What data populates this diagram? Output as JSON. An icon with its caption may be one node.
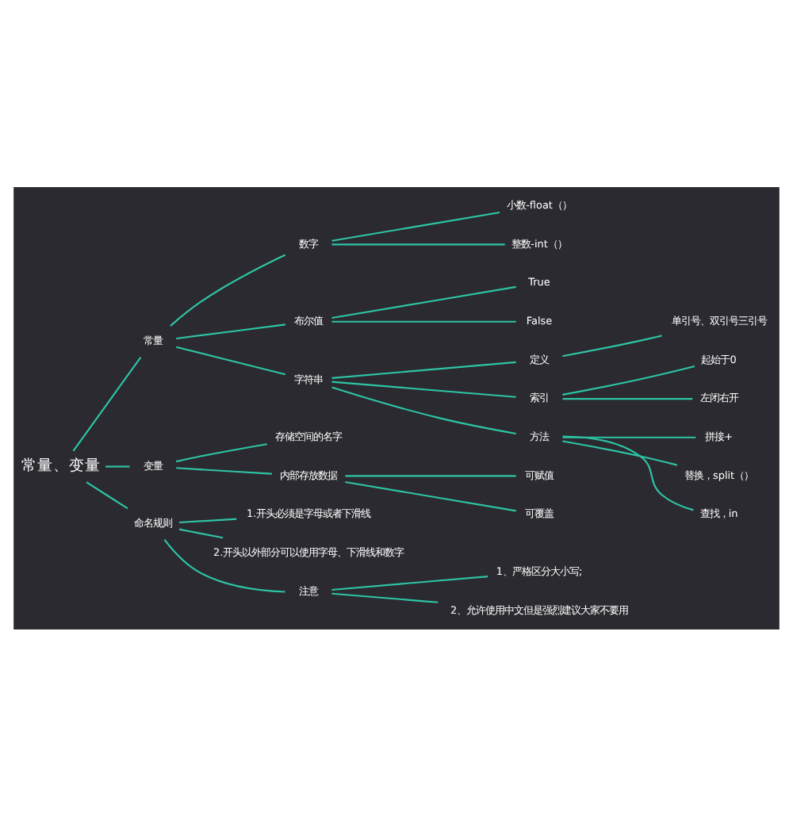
{
  "diagram": {
    "nodes": [
      {
        "text": [
          "常量、变量"
        ]
      },
      {
        "text": [
          "常量"
        ]
      },
      {
        "text": [
          "数字"
        ]
      },
      {
        "text": [
          "小数-float（）"
        ]
      },
      {
        "text": [
          "整数-int（）"
        ]
      },
      {
        "text": [
          "布尔值"
        ]
      },
      {
        "text": [
          "True"
        ]
      },
      {
        "text": [
          "False"
        ]
      },
      {
        "text": [
          "字符串"
        ]
      },
      {
        "text": [
          "定义"
        ]
      },
      {
        "text": [
          "单引号、双引号三引号"
        ]
      },
      {
        "text": [
          "索引"
        ]
      },
      {
        "text": [
          "起始于0"
        ]
      },
      {
        "text": [
          "左闭右开"
        ]
      },
      {
        "text": [
          "方法"
        ]
      },
      {
        "text": [
          "拼接+"
        ]
      },
      {
        "text": [
          "替换，split（）"
        ]
      },
      {
        "text": [
          "查找，in"
        ]
      },
      {
        "text": [
          "变量"
        ]
      },
      {
        "text": [
          "存储空间的名字"
        ]
      },
      {
        "text": [
          "内部存放数据"
        ]
      },
      {
        "text": [
          "可赋值"
        ]
      },
      {
        "text": [
          "可覆盖"
        ]
      },
      {
        "text": [
          "命名规则"
        ]
      },
      {
        "text": [
          "1.开头必须是字母或者下滑线"
        ]
      },
      {
        "text": [
          "2.开头以外部分可以使用字母、下滑线和数字"
        ]
      },
      {
        "text": [
          "注意"
        ]
      },
      {
        "text": [
          "1、严格区分大小写;"
        ]
      },
      {
        "text": [
          "2、允许使用中文但是强烈建议大家不要用"
        ]
      }
    ],
    "edges": [
      {
        "from": 0,
        "to": 1,
        "arrow": "none"
      },
      {
        "from": 1,
        "to": 2,
        "arrow": "none"
      },
      {
        "from": 2,
        "to": 3,
        "arrow": "none"
      },
      {
        "from": 2,
        "to": 4,
        "arrow": "none"
      },
      {
        "from": 1,
        "to": 5,
        "arrow": "none"
      },
      {
        "from": 5,
        "to": 6,
        "arrow": "none"
      },
      {
        "from": 5,
        "to": 7,
        "arrow": "none"
      },
      {
        "from": 1,
        "to": 8,
        "arrow": "none"
      },
      {
        "from": 8,
        "to": 9,
        "arrow": "none"
      },
      {
        "from": 9,
        "to": 10,
        "arrow": "none"
      },
      {
        "from": 8,
        "to": 11,
        "arrow": "none"
      },
      {
        "from": 11,
        "to": 12,
        "arrow": "none"
      },
      {
        "from": 11,
        "to": 13,
        "arrow": "none"
      },
      {
        "from": 8,
        "to": 14,
        "arrow": "none"
      },
      {
        "from": 14,
        "to": 15,
        "arrow": "none"
      },
      {
        "from": 14,
        "to": 16,
        "arrow": "none"
      },
      {
        "from": 14,
        "to": 17,
        "arrow": "none"
      },
      {
        "from": 0,
        "to": 18,
        "arrow": "none"
      },
      {
        "from": 18,
        "to": 19,
        "arrow": "none"
      },
      {
        "from": 18,
        "to": 20,
        "arrow": "none"
      },
      {
        "from": 20,
        "to": 21,
        "arrow": "none"
      },
      {
        "from": 20,
        "to": 22,
        "arrow": "none"
      },
      {
        "from": 0,
        "to": 23,
        "arrow": "none"
      },
      {
        "from": 23,
        "to": 24,
        "arrow": "none"
      },
      {
        "from": 23,
        "to": 25,
        "arrow": "none"
      },
      {
        "from": 23,
        "to": 26,
        "arrow": "none"
      },
      {
        "from": 26,
        "to": 27,
        "arrow": "none"
      },
      {
        "from": 26,
        "to": 28,
        "arrow": "none"
      }
    ]
  }
}
